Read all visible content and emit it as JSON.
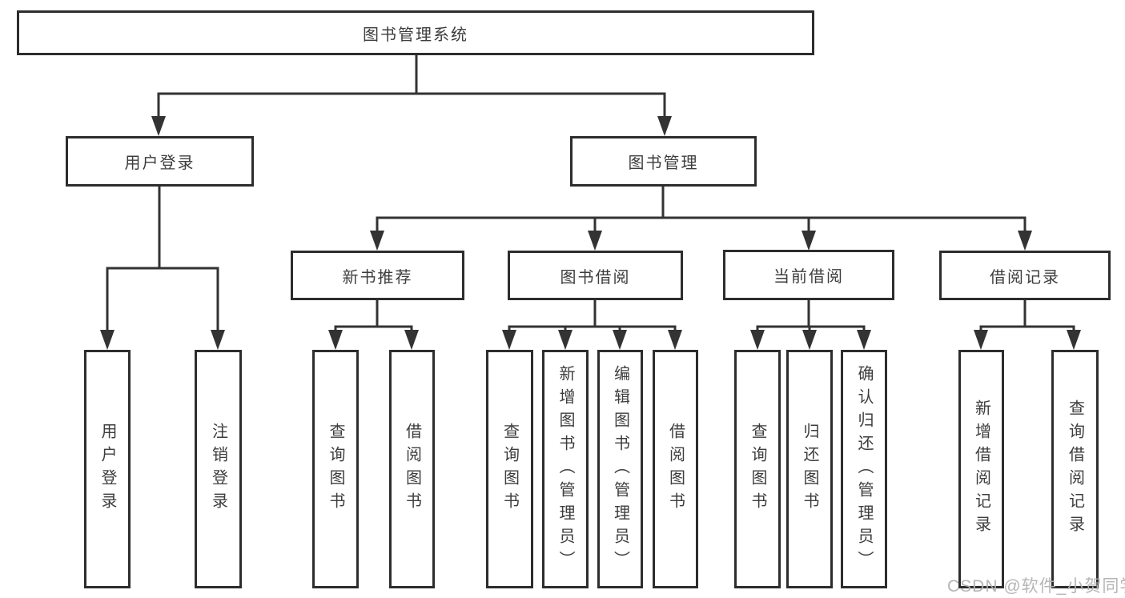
{
  "diagram": {
    "type": "functional-structure-tree",
    "tree": {
      "label": "图书管理系统",
      "children": [
        {
          "label": "用户登录",
          "children": [
            {
              "label": "用户登录"
            },
            {
              "label": "注销登录"
            }
          ]
        },
        {
          "label": "图书管理",
          "children": [
            {
              "label": "新书推荐",
              "children": [
                {
                  "label": "查询图书"
                },
                {
                  "label": "借阅图书"
                }
              ]
            },
            {
              "label": "图书借阅",
              "children": [
                {
                  "label": "查询图书"
                },
                {
                  "label": "新增图书（管理员）"
                },
                {
                  "label": "编辑图书（管理员）"
                },
                {
                  "label": "借阅图书"
                }
              ]
            },
            {
              "label": "当前借阅",
              "children": [
                {
                  "label": "查询图书"
                },
                {
                  "label": "归还图书"
                },
                {
                  "label": "确认归还（管理员）"
                }
              ]
            },
            {
              "label": "借阅记录",
              "children": [
                {
                  "label": "新增借阅记录"
                },
                {
                  "label": "查询借阅记录"
                }
              ]
            }
          ]
        }
      ]
    }
  },
  "watermark": {
    "text": "CSDN @软件_小贺同学",
    "color": "#b2b2b2"
  },
  "colors": {
    "background": "#ffffff",
    "box_border": "#2d2d2d",
    "connector_line": "#333333",
    "text": "#3d3d3d"
  }
}
